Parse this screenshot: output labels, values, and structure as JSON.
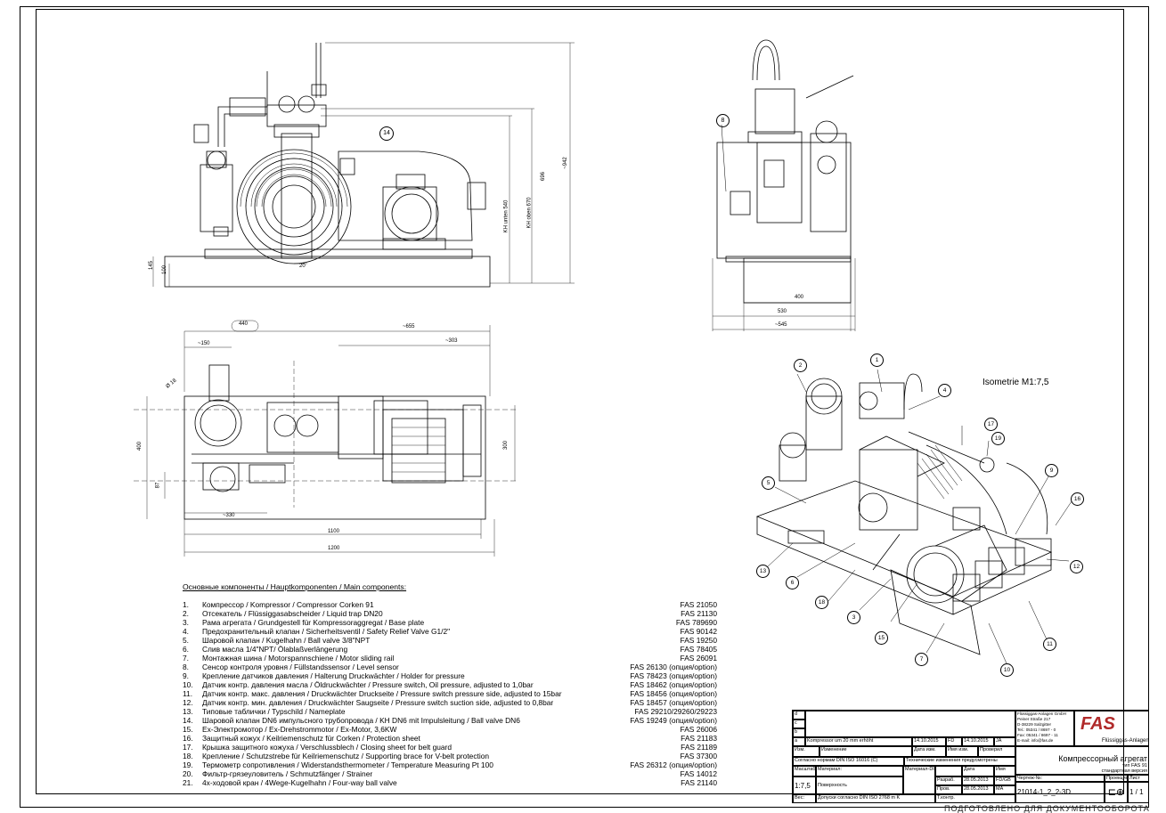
{
  "front_view": {
    "dims": [
      "145",
      "100",
      "20",
      "KH unten 540",
      "KH oben 670",
      "696",
      "~942"
    ],
    "callout": "14"
  },
  "side_view": {
    "dims": [
      "400",
      "530",
      "~545"
    ],
    "callout": "8"
  },
  "top_view": {
    "dims": [
      "440",
      "~150",
      "~655",
      "~303",
      "Ø 18",
      "400",
      "87",
      "300",
      "~330",
      "1100",
      "1200"
    ]
  },
  "isometric": {
    "label": "Isometrie M1:7,5",
    "callouts": [
      "1",
      "2",
      "3",
      "4",
      "5",
      "6",
      "7",
      "9",
      "10",
      "11",
      "12",
      "13",
      "15",
      "16",
      "17",
      "18",
      "19"
    ]
  },
  "parts_list": {
    "title": "Основные компоненты / Hauptkomponenten / Main components:",
    "items": [
      {
        "n": "1.",
        "text": "Компрессор / Kompressor / Compressor Corken 91",
        "code": "FAS 21050"
      },
      {
        "n": "2.",
        "text": "Отсекатель / Flüssiggasabscheider / Liquid trap DN20",
        "code": "FAS 21130"
      },
      {
        "n": "3.",
        "text": "Рама агрегата / Grundgestell für Kompressoraggregat / Base plate",
        "code": "FAS 789690"
      },
      {
        "n": "4.",
        "text": "Предохранительный клапан / Sicherheitsventil / Safety Relief Valve G1/2\"",
        "code": "FAS 90142"
      },
      {
        "n": "5.",
        "text": "Шаровой клапан / Kugelhahn / Ball valve 3/8\"NPT",
        "code": "FAS 19250"
      },
      {
        "n": "6.",
        "text": "Слив масла 1/4\"NPT/ Ölablaßverlängerung",
        "code": "FAS 78405"
      },
      {
        "n": "7.",
        "text": "Монтажная шина / Motorspannschiene / Motor sliding rail",
        "code": "FAS 26091"
      },
      {
        "n": "8.",
        "text": "Сенсор контроля уровня / Füllstandssensor / Level sensor",
        "code": "FAS 26130 (опция/option)"
      },
      {
        "n": "9.",
        "text": "Крепление датчиков давления / Halterung Druckwächter / Holder for pressure",
        "code": "FAS 78423 (опция/option)"
      },
      {
        "n": "10.",
        "text": "Датчик контр. давления масла / Öldruckwächter / Pressure switch, Oil pressure, adjusted to 1,0bar",
        "code": "FAS 18462 (опция/option)"
      },
      {
        "n": "11.",
        "text": "Датчик контр. макс. давления / Druckwächter Druckseite / Pressure switch pressure side, adjusted to 15bar",
        "code": "FAS 18456 (опция/option)"
      },
      {
        "n": "12.",
        "text": "Датчик контр. мин. давления / Druckwächter Saugseite / Pressure switch suction side, adjusted to 0,8bar",
        "code": "FAS 18457 (опция/option)"
      },
      {
        "n": "13.",
        "text": "Типовые таблички / Typschild / Nameplate",
        "code": "FAS 29210/29260/29223"
      },
      {
        "n": "14.",
        "text": "Шаровой клапан DN6 импульсного трубопровода / KH DN6 mit Impulsleitung / Ball valve DN6",
        "code": "FAS 19249 (опция/option)"
      },
      {
        "n": "15.",
        "text": "Ex-Электромотор / Ex-Drehstrommotor / Ex-Motor, 3,6KW",
        "code": "FAS 26006"
      },
      {
        "n": "16.",
        "text": "Защитный кожух / Keilriemenschutz für Corken / Protection sheet",
        "code": "FAS 21183"
      },
      {
        "n": "17.",
        "text": "Крышка защитного кожуха / Verschlussblech / Closing sheet for belt guard",
        "code": "FAS 21189"
      },
      {
        "n": "18.",
        "text": "Крепление / Schutzstrebe für Keilriemenschutz / Supporting brace for V-belt protection",
        "code": "FAS 37300"
      },
      {
        "n": "19.",
        "text": "Термометр сопротивления / Widerstandsthermometer / Temperature Measuring Pt 100",
        "code": "FAS 26312 (опция/option)"
      },
      {
        "n": "20.",
        "text": "Фильтр-грязеуловитель / Schmutzfänger / Strainer",
        "code": "FAS 14012"
      },
      {
        "n": "21.",
        "text": "4х-ходовой кран / 4Wege-Kugelhahn / Four-way ball valve",
        "code": "FAS 21140"
      }
    ]
  },
  "title_block": {
    "rev_letters": [
      "d",
      "c",
      "b",
      "a"
    ],
    "rev_a_text": "Kompressor um 20 mm erhöht",
    "rev_a_date": "14.10.2015",
    "rev_a_by": "FD",
    "rev_a_date2": "14.10.2015",
    "rev_a_name": "JA",
    "hdr_izm": "Изм.",
    "hdr_change": "Изменение",
    "hdr_date": "Дата изм.",
    "hdr_name": "Имя изм.",
    "hdr_check": "Проверил",
    "norm_text": "Согласно нормам DIN ISO 16016 (C)",
    "tech_text": "Технические изменения предусмотрены",
    "scale_lbl": "Масштаб:",
    "scale": "1:7,5",
    "material_lbl": "Материал:",
    "surface_lbl": "Поверхность",
    "material_din": "Материал-DIN:",
    "weight_lbl": "Вес:",
    "tolerance": "Допуски согласно DIN ISO 2768 m K",
    "col_date": "Дата",
    "col_name": "Имя",
    "r_develop": "Разраб.",
    "r_develop_date": "28.05.2013",
    "r_develop_name": "FD/GB",
    "r_check": "Пров.",
    "r_check_date": "28.05.2013",
    "r_check_name": "MA",
    "r_norm": "Т.контр.",
    "company": "Flüssiggas-Anlagen GmbH",
    "address1": "Peiner Straße 217",
    "address2": "D-38229 Salzgitter",
    "tel": "Tel.: 05341 / 8697 - 0",
    "fax": "Fax: 05341 / 8697 - 11",
    "email": "E-mail: info@fas.de",
    "logo_text": "FAS",
    "logo_sub": "Flüssiggas-Anlagen",
    "title": "Компрессорный агрегат",
    "type": "тип FAS 91",
    "version": "стандартная версия",
    "drawing_lbl": "Чертеж-№:",
    "drawing_no": "21014-1_2_2-3D",
    "projection_lbl": "Проекция",
    "sheet_lbl": "Лист",
    "sheet": "1 / 1"
  },
  "bottom_text": "ПОДГОТОВЛЕНО ДЛЯ ДОКУМЕНТООБОРОТА"
}
